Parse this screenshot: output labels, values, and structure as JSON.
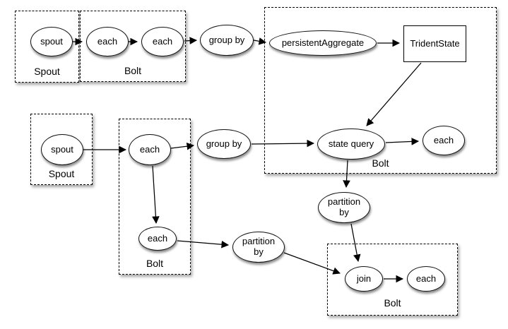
{
  "diagram": {
    "description": "Trident topology dataflow diagram with spouts and bolts",
    "colors": {
      "stroke": "#000000",
      "fill": "#ffffff",
      "background": "#ffffff"
    },
    "groups": [
      {
        "id": "spout-box-1",
        "label": "Spout"
      },
      {
        "id": "bolt-box-1",
        "label": "Bolt"
      },
      {
        "id": "bolt-box-main",
        "label": "Bolt"
      },
      {
        "id": "spout-box-2",
        "label": "Spout"
      },
      {
        "id": "bolt-box-2",
        "label": "Bolt"
      },
      {
        "id": "bolt-box-join",
        "label": "Bolt"
      }
    ],
    "nodes": [
      {
        "id": "spout-1",
        "shape": "ellipse",
        "label": "spout"
      },
      {
        "id": "each-1",
        "shape": "ellipse",
        "label": "each"
      },
      {
        "id": "each-2",
        "shape": "ellipse",
        "label": "each"
      },
      {
        "id": "group-by-1",
        "shape": "ellipse",
        "label": "group by"
      },
      {
        "id": "persistent-aggregate",
        "shape": "ellipse",
        "label": "persistentAggregate"
      },
      {
        "id": "trident-state",
        "shape": "rect",
        "label": "TridentState"
      },
      {
        "id": "state-query",
        "shape": "ellipse",
        "label": "state query"
      },
      {
        "id": "each-3",
        "shape": "ellipse",
        "label": "each"
      },
      {
        "id": "spout-2",
        "shape": "ellipse",
        "label": "spout"
      },
      {
        "id": "each-4",
        "shape": "ellipse",
        "label": "each"
      },
      {
        "id": "each-5",
        "shape": "ellipse",
        "label": "each"
      },
      {
        "id": "group-by-2",
        "shape": "ellipse",
        "label": "group by"
      },
      {
        "id": "partition-by-1",
        "shape": "ellipse",
        "label": "partition by"
      },
      {
        "id": "partition-by-2",
        "shape": "ellipse",
        "label": "partition by"
      },
      {
        "id": "join",
        "shape": "ellipse",
        "label": "join"
      },
      {
        "id": "each-6",
        "shape": "ellipse",
        "label": "each"
      }
    ],
    "edges": [
      {
        "from": "spout-1",
        "to": "each-1"
      },
      {
        "from": "each-1",
        "to": "each-2"
      },
      {
        "from": "each-2",
        "to": "group-by-1"
      },
      {
        "from": "group-by-1",
        "to": "persistent-aggregate"
      },
      {
        "from": "persistent-aggregate",
        "to": "trident-state"
      },
      {
        "from": "trident-state",
        "to": "state-query"
      },
      {
        "from": "state-query",
        "to": "each-3"
      },
      {
        "from": "state-query",
        "to": "partition-by-2"
      },
      {
        "from": "partition-by-2",
        "to": "join"
      },
      {
        "from": "spout-2",
        "to": "each-4"
      },
      {
        "from": "each-4",
        "to": "group-by-2"
      },
      {
        "from": "group-by-2",
        "to": "state-query"
      },
      {
        "from": "each-4",
        "to": "each-5"
      },
      {
        "from": "each-5",
        "to": "partition-by-1"
      },
      {
        "from": "partition-by-1",
        "to": "join"
      },
      {
        "from": "join",
        "to": "each-6"
      }
    ]
  }
}
